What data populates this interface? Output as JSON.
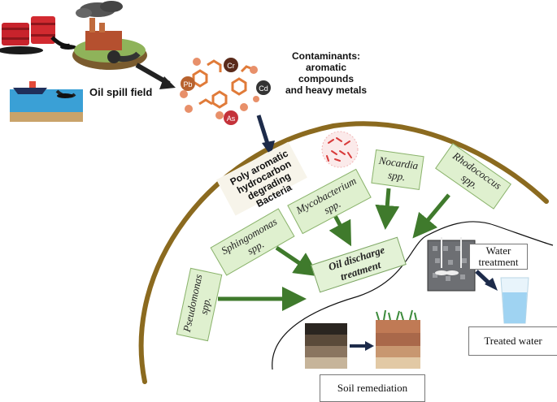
{
  "labels": {
    "oil_spill_field": "Oil spill field",
    "contaminants_line1": "Contaminants:",
    "contaminants_line2": "aromatic compounds",
    "contaminants_line3": "and heavy metals",
    "pah_line1": "Poly aromatic",
    "pah_line2": "hydrocarbon",
    "pah_line3": "degrading Bacteria",
    "oil_discharge_line1": "Oil discharge",
    "oil_discharge_line2": "treatment",
    "water_treatment_line1": "Water",
    "water_treatment_line2": "treatment",
    "treated_water": "Treated water",
    "soil_remediation": "Soil remediation"
  },
  "metals": {
    "pb": "Pb",
    "cr": "Cr",
    "cd": "Cd",
    "as": "As"
  },
  "bacteria": [
    {
      "genus": "Sphingomonas",
      "spp": "spp."
    },
    {
      "genus": "Mycobacterium",
      "spp": "spp."
    },
    {
      "genus": "Nocardia",
      "spp": "spp."
    },
    {
      "genus": "Rhodococcus",
      "spp": "spp."
    },
    {
      "genus": "Pseudomonas",
      "spp": "spp."
    }
  ],
  "colors": {
    "arc": "#8b6a1f",
    "arrow_green": "#3f7a2c",
    "arrow_dark": "#222222",
    "box_fill": "#dff0cf",
    "contaminant_orange": "#e07b39"
  }
}
